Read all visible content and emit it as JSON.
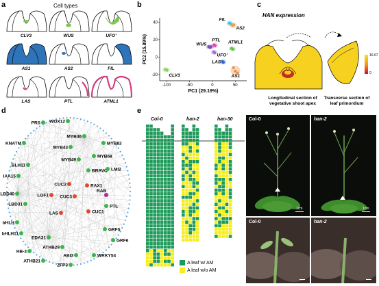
{
  "panel_labels": {
    "a": "a",
    "b": "b",
    "c": "c",
    "d": "d",
    "e": "e",
    "f": ""
  },
  "panel_a": {
    "title": "Cell types",
    "cells": [
      {
        "label": "CLV3"
      },
      {
        "label": "WUS"
      },
      {
        "label": "UFO'"
      },
      {
        "label": "AS1"
      },
      {
        "label": "AS2"
      },
      {
        "label": "FIL"
      },
      {
        "label": "LAS"
      },
      {
        "label": "PTL"
      },
      {
        "label": "ATML1"
      }
    ],
    "colors": {
      "green": "#7ec850",
      "blue": "#2f73b8",
      "pink": "#d63a7e"
    }
  },
  "panel_b": {
    "chart_data": {
      "type": "scatter",
      "xlabel": "PC1 (29.19%)",
      "ylabel": "PC2 (15.89%)",
      "xlim": [
        -115,
        75
      ],
      "ylim": [
        -27,
        45
      ],
      "xticks": [
        -100,
        -50,
        0,
        50
      ],
      "yticks": [
        -20,
        0,
        20,
        40
      ],
      "series": [
        {
          "name": "FIL",
          "color": "#3fc2e0",
          "points": [
            [
              37,
              39
            ],
            [
              40,
              38
            ]
          ]
        },
        {
          "name": "AS2",
          "color": "#f3a040",
          "points": [
            [
              44,
              36
            ],
            [
              47,
              37
            ]
          ]
        },
        {
          "name": "WUS",
          "color": "#7c4fc2",
          "points": [
            [
              -8,
              12
            ],
            [
              -5,
              11
            ],
            [
              -3,
              12
            ]
          ]
        },
        {
          "name": "PTL",
          "color": "#e24aa2",
          "points": [
            [
              4,
              14
            ],
            [
              6,
              13
            ]
          ]
        },
        {
          "name": "UFO'",
          "color": "#9c6ad6",
          "points": [
            [
              3,
              6
            ],
            [
              5,
              5
            ]
          ]
        },
        {
          "name": "ATML1",
          "color": "#5ec34b",
          "points": [
            [
              42,
              10
            ],
            [
              45,
              9
            ]
          ]
        },
        {
          "name": "LAS",
          "color": "#2c66d6",
          "points": [
            [
              22,
              -5
            ],
            [
              24,
              -6
            ]
          ]
        },
        {
          "name": "AS1",
          "color": "#f08c3c",
          "points": [
            [
              46,
              -12
            ],
            [
              50,
              -16
            ],
            [
              55,
              -18
            ]
          ]
        },
        {
          "name": "CLV3",
          "color": "#86d15a",
          "points": [
            [
              -103,
              -14
            ],
            [
              -99,
              -15
            ]
          ]
        }
      ]
    }
  },
  "panel_c": {
    "title": "HAN expression",
    "caption_left": "Longitudinal section of\nvegetative shoot apex",
    "caption_right": "Transverse section of\nleaf primordium",
    "scale_max": "16.67",
    "scale_min": "0"
  },
  "panel_d": {
    "nodes": [
      {
        "label": "PRS",
        "color": "green"
      },
      {
        "label": "WOX12",
        "color": "green"
      },
      {
        "label": "KNATM",
        "color": "green"
      },
      {
        "label": "MYB46",
        "color": "green"
      },
      {
        "label": "MYB82",
        "color": "green"
      },
      {
        "label": "MYB43",
        "color": "green"
      },
      {
        "label": "MYB68",
        "color": "green"
      },
      {
        "label": "MYB49",
        "color": "green"
      },
      {
        "label": "BLH11",
        "color": "green"
      },
      {
        "label": "BRAVO",
        "color": "green"
      },
      {
        "label": "LMI2",
        "color": "green"
      },
      {
        "label": "IAA15",
        "color": "green"
      },
      {
        "label": "CUC2",
        "color": "red"
      },
      {
        "label": "RAX1",
        "color": "red"
      },
      {
        "label": "LBD40",
        "color": "green"
      },
      {
        "label": "RAB",
        "color": "purple"
      },
      {
        "label": "LBD31",
        "color": "green"
      },
      {
        "label": "LOF1",
        "color": "red"
      },
      {
        "label": "CUC3",
        "color": "red"
      },
      {
        "label": "PTL",
        "color": "green"
      },
      {
        "label": "LAS",
        "color": "red"
      },
      {
        "label": "CUC1",
        "color": "red"
      },
      {
        "label": "bHLH",
        "color": "green"
      },
      {
        "label": "bHLH11",
        "color": "green"
      },
      {
        "label": "GRF5",
        "color": "green"
      },
      {
        "label": "EDA31",
        "color": "green"
      },
      {
        "label": "GRF6",
        "color": "green"
      },
      {
        "label": "ATHB29",
        "color": "green"
      },
      {
        "label": "HB-3",
        "color": "green"
      },
      {
        "label": "ABI3",
        "color": "green"
      },
      {
        "label": "WRKY54",
        "color": "green"
      },
      {
        "label": "ATHB21",
        "color": "green"
      },
      {
        "label": "ZFP3",
        "color": "green"
      }
    ],
    "colors": {
      "green": "#3cb44b",
      "red": "#e0472b",
      "purple": "#b5259d",
      "ring": "#5aa6d6",
      "edge": "#bbbbbb"
    }
  },
  "panel_e": {
    "columns": [
      {
        "label": "Col-0",
        "cols": 8,
        "rows": 40,
        "yellow_fraction": 0.04
      },
      {
        "label": "han-2",
        "cols": 5,
        "rows": 33,
        "yellow_fraction": 0.58
      },
      {
        "label": "han-30",
        "cols": 5,
        "rows": 32,
        "yellow_fraction": 0.47
      }
    ],
    "legend": [
      {
        "label": "A leaf w/ AM",
        "color": "#1f9a5a"
      },
      {
        "label": "A leaf w/o AM",
        "color": "#f6ee1c"
      }
    ]
  },
  "panel_f": {
    "top_left": "Col-0",
    "top_right": "han-2",
    "bottom_left": "Col-0",
    "bottom_right": "han-2",
    "scale_top": "1cm",
    "scale_top_right": "1cm"
  }
}
